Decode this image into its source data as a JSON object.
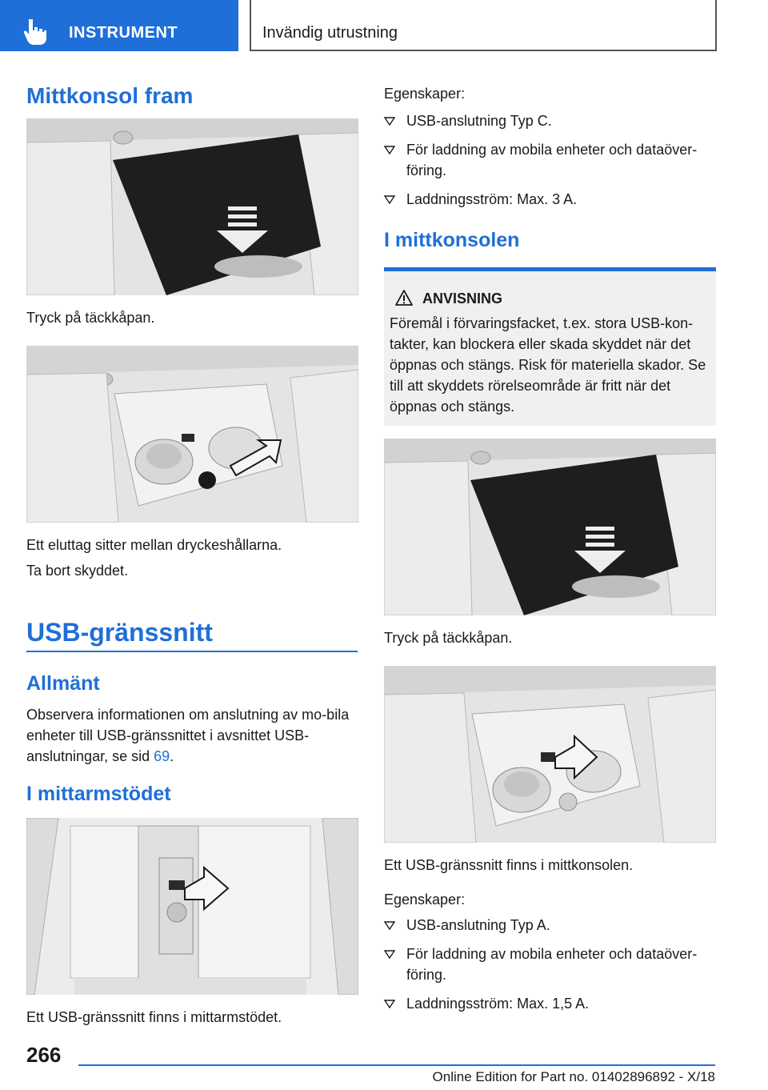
{
  "header": {
    "chapter_tab": "INSTRUMENT",
    "section_title": "Invändig utrustning",
    "hand_icon": "hand-pointer-icon"
  },
  "left": {
    "heading_mittkonsol": "Mittkonsol fram",
    "caption_1": "Tryck på täckkåpan.",
    "caption_2": "Ett eluttag sitter mellan dryckeshållarna.",
    "caption_3": "Ta bort skyddet.",
    "heading_usb": "USB-gränssnitt",
    "heading_allmant": "Allmänt",
    "allmant_text_before": "Observera informationen om anslutning av mo-bila enheter till USB-gränssnittet i avsnittet USB-anslutningar, se sid ",
    "allmant_link": "69",
    "allmant_text_after": ".",
    "heading_armstod": "I mittarmstödet",
    "caption_4": "Ett USB-gränssnitt finns i mittarmstödet."
  },
  "right": {
    "egenskaper_1": "Egenskaper:",
    "bullets_1": [
      "USB-anslutning Typ C.",
      "För laddning av mobila enheter och dataöver-föring.",
      "Laddningsström: Max. 3 A."
    ],
    "heading_mittkonsolen": "I mittkonsolen",
    "notice": {
      "title": "ANVISNING",
      "text": "Föremål i förvaringsfacket, t.ex. stora USB-kon-takter, kan blockera eller skada skyddet när det öppnas och stängs. Risk för materiella skador. Se till att skyddets rörelseområde är fritt när det öppnas och stängs.",
      "icon": "warning-triangle-icon"
    },
    "caption_5": "Tryck på täckkåpan.",
    "caption_6": "Ett USB-gränssnitt finns i mittkonsolen.",
    "egenskaper_2": "Egenskaper:",
    "bullets_2": [
      "USB-anslutning Typ A.",
      "För laddning av mobila enheter och dataöver-föring.",
      "Laddningsström: Max. 1,5 A."
    ]
  },
  "footer": {
    "page_number": "266",
    "edition": "Online Edition for Part no. 01402896892 - X/18"
  },
  "colors": {
    "accent_blue": "#1f6fd8",
    "notice_bg": "#f0f0f0"
  }
}
